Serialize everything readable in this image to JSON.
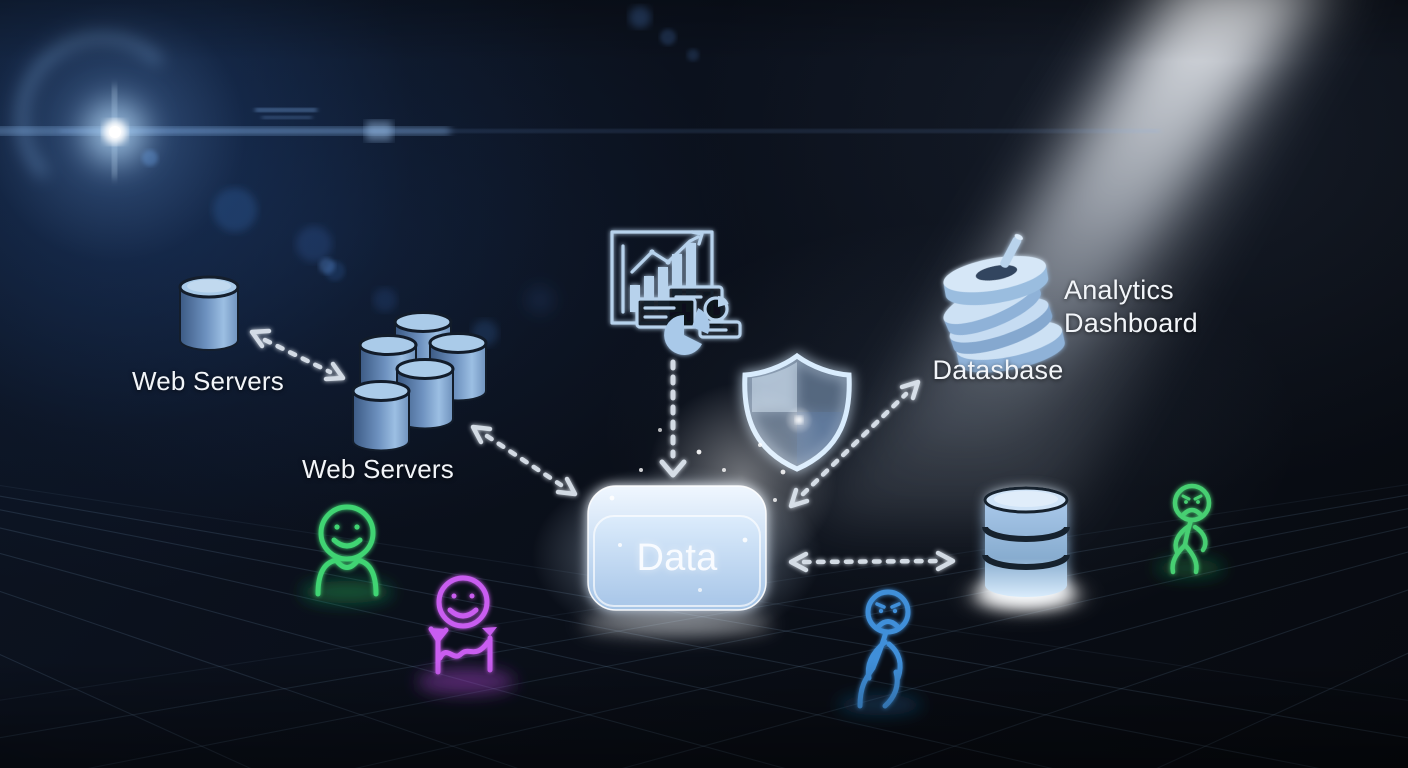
{
  "labels": {
    "web_servers_left": "Web Servers",
    "web_servers_cluster": "Web Servers",
    "database_stack": "Datasbase",
    "analytics_dashboard": "Analytics Dashboard",
    "data_box": "Data"
  },
  "diagram": {
    "nodes": [
      {
        "id": "web-server-single",
        "label": "Web Servers",
        "icon": "database-cylinder"
      },
      {
        "id": "web-server-cluster",
        "label": "Web Servers",
        "icon": "five-database-cylinders"
      },
      {
        "id": "analytics-chart",
        "label": "",
        "icon": "bar-line-pie-dashboard"
      },
      {
        "id": "security-shield",
        "label": "",
        "icon": "quartered-shield"
      },
      {
        "id": "database-stack-tilted",
        "label": "Datasbase",
        "icon": "tilted-disc-stack-with-pin"
      },
      {
        "id": "analytics-dashboard-text",
        "label": "Analytics Dashboard",
        "icon": "none"
      },
      {
        "id": "data-box",
        "label": "Data",
        "icon": "glowing-rounded-box"
      },
      {
        "id": "database-right",
        "label": "",
        "icon": "three-tier-database-cylinder"
      },
      {
        "id": "happy-user",
        "label": "",
        "icon": "green-smiley-person"
      },
      {
        "id": "excited-user",
        "label": "",
        "icon": "purple-smiley-person-arrow-arms"
      },
      {
        "id": "sad-user-blue",
        "label": "",
        "icon": "blue-frowning-stick-figure"
      },
      {
        "id": "sad-user-green",
        "label": "",
        "icon": "green-frowning-stick-figure"
      }
    ],
    "arrows": [
      {
        "from": "web-server-single",
        "to": "web-server-cluster",
        "style": "dashed",
        "bidirectional": true
      },
      {
        "from": "web-server-cluster",
        "to": "data-box",
        "style": "dashed",
        "bidirectional": true
      },
      {
        "from": "analytics-chart",
        "to": "data-box",
        "style": "dashed",
        "bidirectional": false
      },
      {
        "from": "data-box",
        "to": "database-stack-tilted",
        "style": "dashed",
        "bidirectional": true
      },
      {
        "from": "data-box",
        "to": "database-right",
        "style": "dashed",
        "bidirectional": true
      }
    ]
  },
  "icons": {
    "lens_flare": "blue-lens-flare",
    "light_beam": "white-diagonal-light-beam",
    "floor_grid": "perspective-grid-floor"
  },
  "colors": {
    "background": "#0a0f18",
    "cylinder_blue": "#7da2cf",
    "glow_blue": "#bcd9f5",
    "arrow": "#e4ecf5",
    "text": "#f2f5f9",
    "green_figure": "#3fd473",
    "purple_figure": "#c95df0",
    "blue_figure": "#3f8fd9",
    "green_figure_right": "#46cf72"
  }
}
